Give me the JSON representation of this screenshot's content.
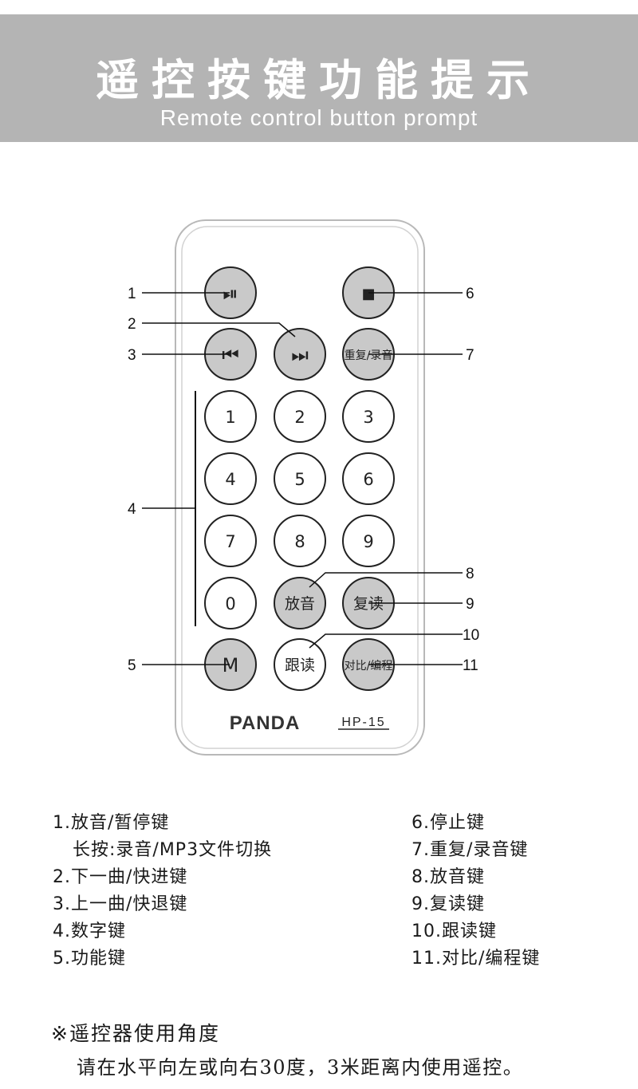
{
  "header": {
    "title": "遥控按键功能提示",
    "subtitle": "Remote control button prompt"
  },
  "remote": {
    "brand": "PANDA",
    "model": "HP-15",
    "buttons": {
      "play_pause": {
        "label": "⏯",
        "icon": "play-pause-icon"
      },
      "stop": {
        "label": "■",
        "icon": "stop-icon"
      },
      "prev": {
        "label": "⏮",
        "icon": "previous-track-icon"
      },
      "next": {
        "label": "⏭",
        "icon": "next-track-icon"
      },
      "repeat_record": {
        "label": "重复/录音"
      },
      "digits": [
        "1",
        "2",
        "3",
        "4",
        "5",
        "6",
        "7",
        "8",
        "9",
        "0"
      ],
      "play_sound": {
        "label": "放音"
      },
      "reread": {
        "label": "复读"
      },
      "mode": {
        "label": "M"
      },
      "follow_read": {
        "label": "跟读"
      },
      "compare_program": {
        "label": "对比/编程"
      }
    },
    "colors": {
      "button_gray": "#c9c9c9",
      "button_white": "#ffffff",
      "body_outline": "#b8b8b8"
    }
  },
  "callouts": [
    "1",
    "2",
    "3",
    "4",
    "5",
    "6",
    "7",
    "8",
    "9",
    "10",
    "11"
  ],
  "legend": {
    "left": [
      "1.放音/暂停键",
      "长按:录音/MP3文件切换",
      "2.下一曲/快进键",
      "3.上一曲/快退键",
      "4.数字键",
      "5.功能键"
    ],
    "right": [
      "6.停止键",
      "7.重复/录音键",
      "8.放音键",
      "9.复读键",
      "10.跟读键",
      "11.对比/编程键"
    ]
  },
  "angle": {
    "title": "※遥控器使用角度",
    "text": "请在水平向左或向右30度，3米距离内使用遥控。"
  }
}
